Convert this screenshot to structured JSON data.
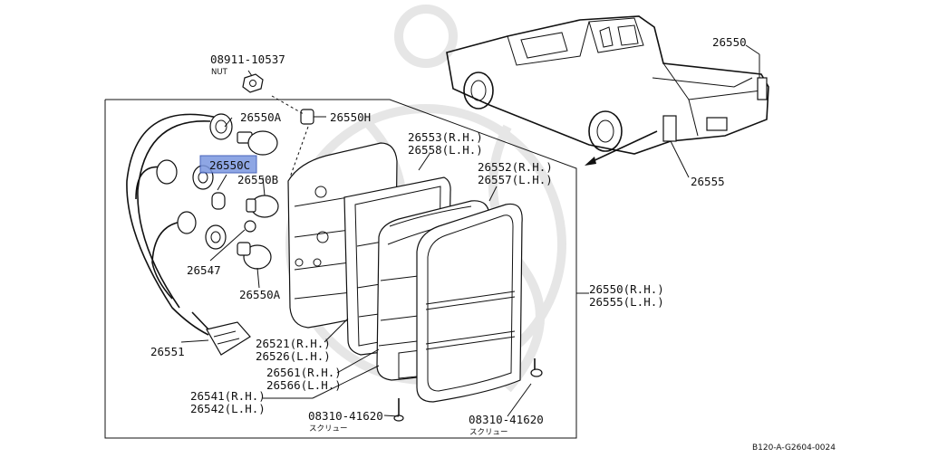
{
  "diagram": {
    "highlight_color": "#7b97e0",
    "labels": {
      "nut_part": "08911-10537",
      "nut_name": "NUT",
      "p26550A_top": "26550A",
      "p26550H": "26550H",
      "p26550C": "26550C",
      "p26550B": "26550B",
      "p26547": "26547",
      "p26550A_bottom": "26550A",
      "p26551": "26551",
      "p26553": "26553(R.H.)",
      "p26558": "26558(L.H.)",
      "p26552": "26552(R.H.)",
      "p26557": "26557(L.H.)",
      "p26550_rh": "26550(R.H.)",
      "p26555_lh": "26555(L.H.)",
      "p26521": "26521(R.H.)",
      "p26526": "26526(L.H.)",
      "p26561": "26561(R.H.)",
      "p26566": "26566(L.H.)",
      "p26541": "26541(R.H.)",
      "p26542": "26542(L.H.)",
      "screw_left": "08310-41620",
      "screw_left_name": "スクリュー",
      "screw_right": "08310-41620",
      "screw_right_name": "スクリュー",
      "truck_26550": "26550",
      "truck_26555": "26555",
      "code": "B120-A-G2604-0024"
    }
  }
}
